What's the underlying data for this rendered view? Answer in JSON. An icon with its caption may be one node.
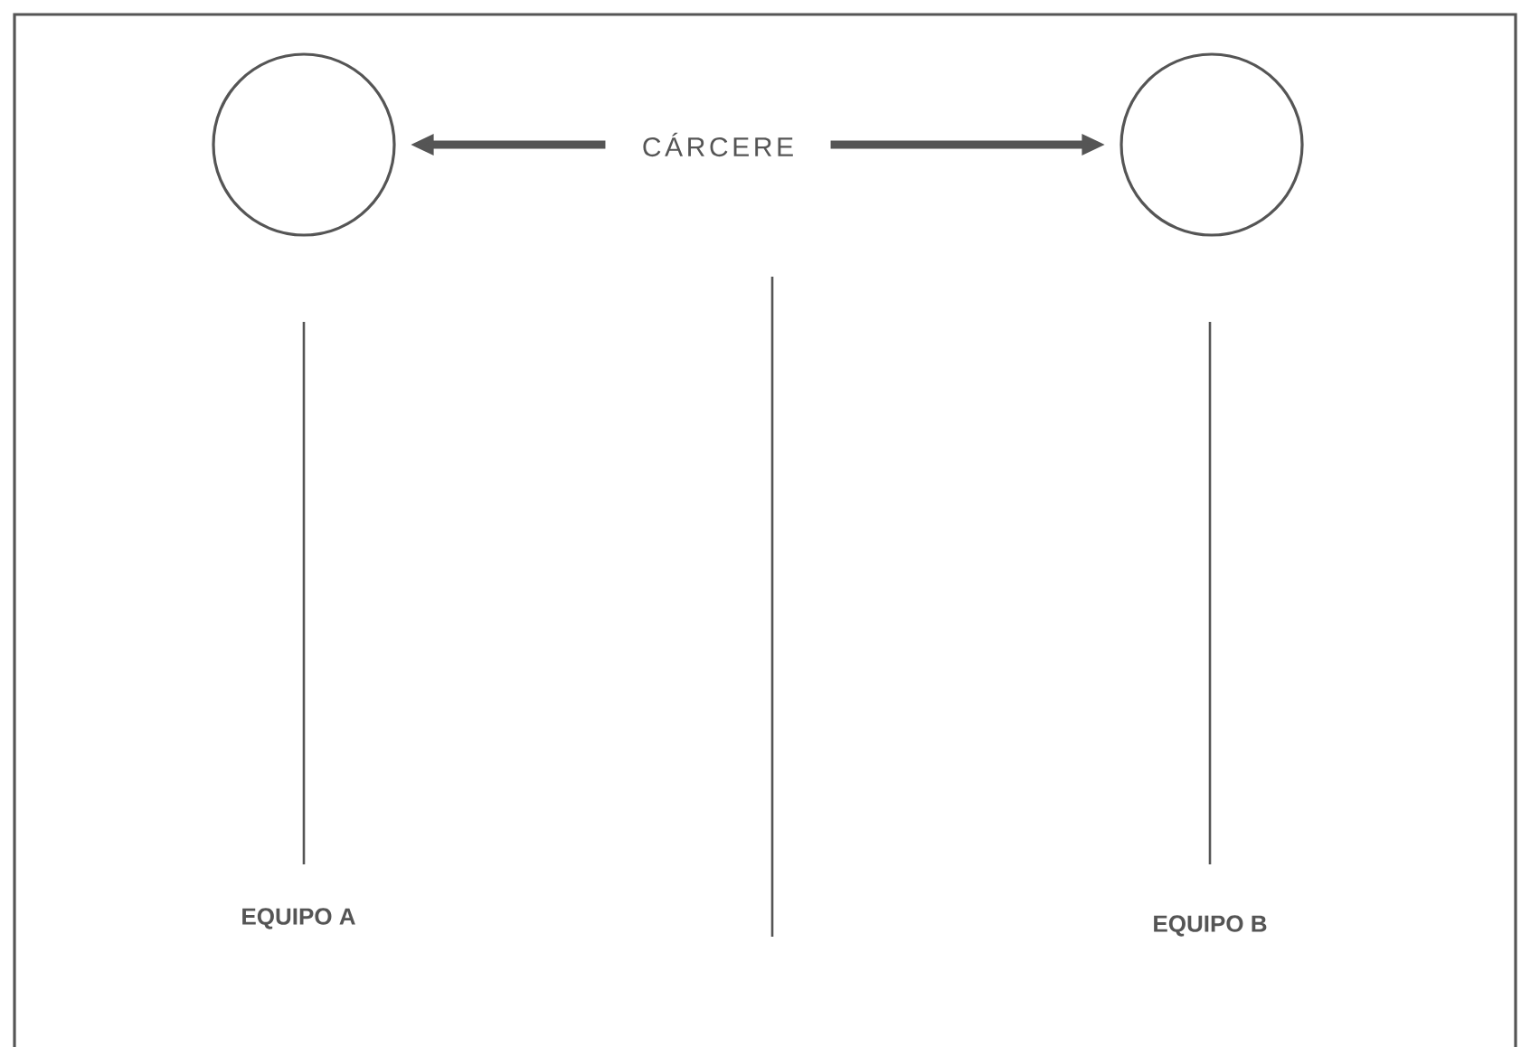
{
  "diagram": {
    "nodes": [
      {
        "text": [],
        "shape": "circle"
      },
      {
        "text": [
          "CÁRCERE"
        ]
      },
      {
        "text": [],
        "shape": "circle"
      }
    ],
    "edges": [
      {
        "from": 1,
        "to": 0,
        "arrow": "to"
      },
      {
        "from": 1,
        "to": 2,
        "arrow": "to"
      }
    ],
    "labels": [
      "EQUIPO A",
      "EQUIPO B"
    ]
  }
}
